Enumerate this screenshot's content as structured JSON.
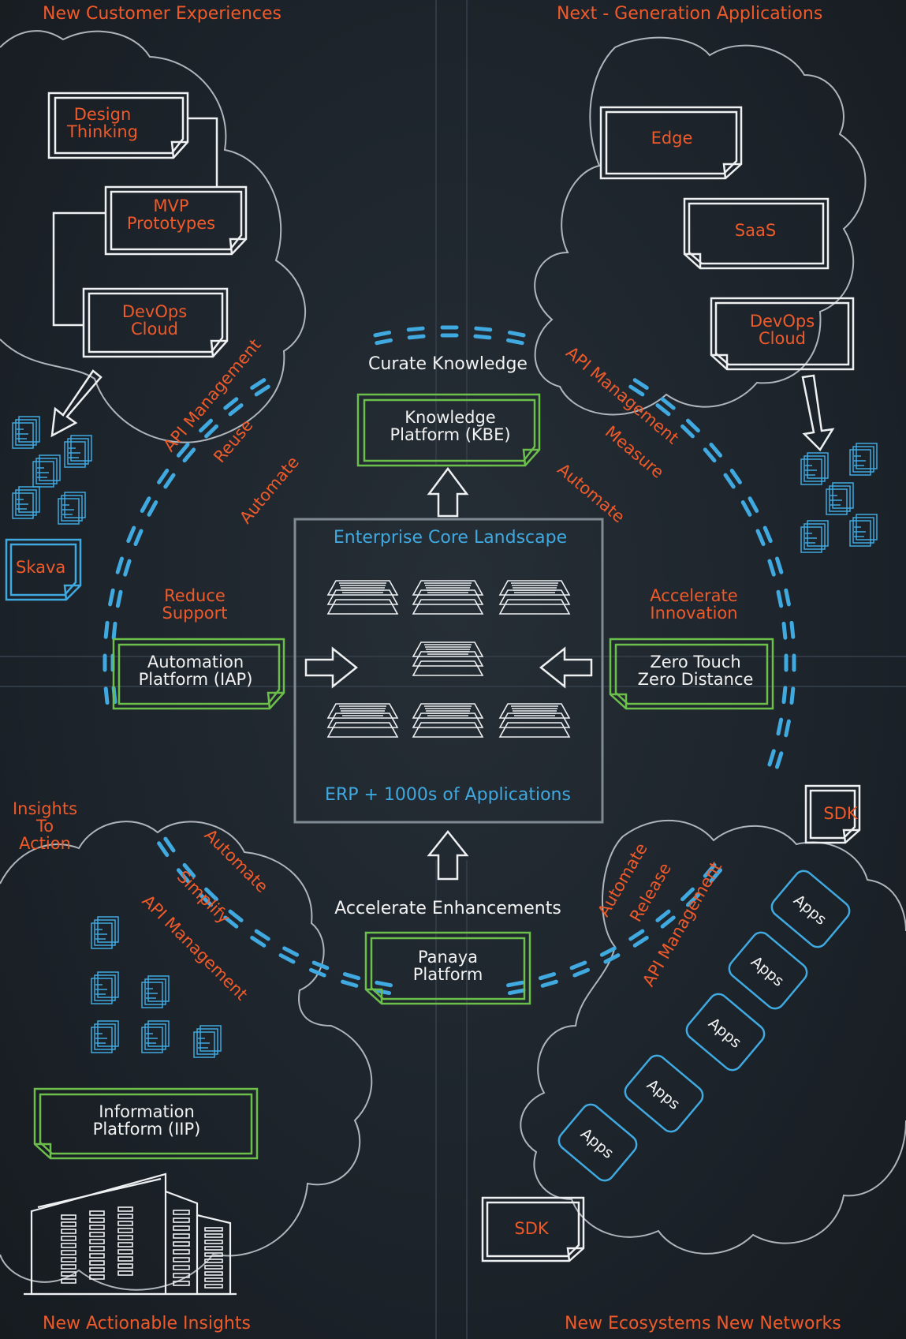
{
  "corners": {
    "top_left": "New Customer Experiences",
    "top_right": "Next - Generation Applications",
    "bottom_left": "New Actionable Insights",
    "bottom_right": "New Ecosystems New Networks"
  },
  "top_left_cloud": {
    "design_thinking": [
      "Design",
      "Thinking"
    ],
    "mvp": [
      "MVP",
      "Prototypes"
    ],
    "devops": [
      "DevOps",
      "Cloud"
    ],
    "skava": "Skava",
    "api_management": "API Management",
    "reuse": "Reuse"
  },
  "top_right_cloud": {
    "edge": "Edge",
    "saas": "SaaS",
    "devops": [
      "DevOps",
      "Cloud"
    ],
    "api_management": "API Management",
    "measure": "Measure"
  },
  "bottom_left_cloud": {
    "automate": "Automate",
    "simplify": "Simplify",
    "api_management": "API Management",
    "information_platform": [
      "Information",
      "Platform (IIP)"
    ]
  },
  "bottom_right_cloud": {
    "automate": "Automate",
    "release": "Release",
    "api_management": "API Management",
    "apps": [
      "Apps",
      "Apps",
      "Apps",
      "Apps",
      "Apps"
    ],
    "sdk_top": "SDK",
    "sdk_bottom": "SDK"
  },
  "center": {
    "curate_knowledge": "Curate Knowledge",
    "knowledge_platform": [
      "Knowledge",
      "Platform (KBE)"
    ],
    "automate_left": "Automate",
    "automate_right": "Automate",
    "core_title": "Enterprise Core Landscape",
    "core_footer": "ERP + 1000s of Applications",
    "reduce_support": [
      "Reduce",
      "Support"
    ],
    "automation_platform": [
      "Automation",
      "Platform (IAP)"
    ],
    "accelerate_innovation": [
      "Accelerate",
      "Innovation"
    ],
    "zero_touch": [
      "Zero Touch",
      "Zero Distance"
    ],
    "insights_to_action": [
      "Insights",
      "To",
      "Action"
    ],
    "accelerate_enhancements": "Accelerate Enhancements",
    "panaya_platform": [
      "Panaya",
      "Platform"
    ]
  },
  "colors": {
    "orange": "#ef5a2a",
    "blue": "#3fa9e0",
    "green": "#6dbf4b",
    "chalk": "#f2f2f2",
    "board": "#1d242b"
  }
}
